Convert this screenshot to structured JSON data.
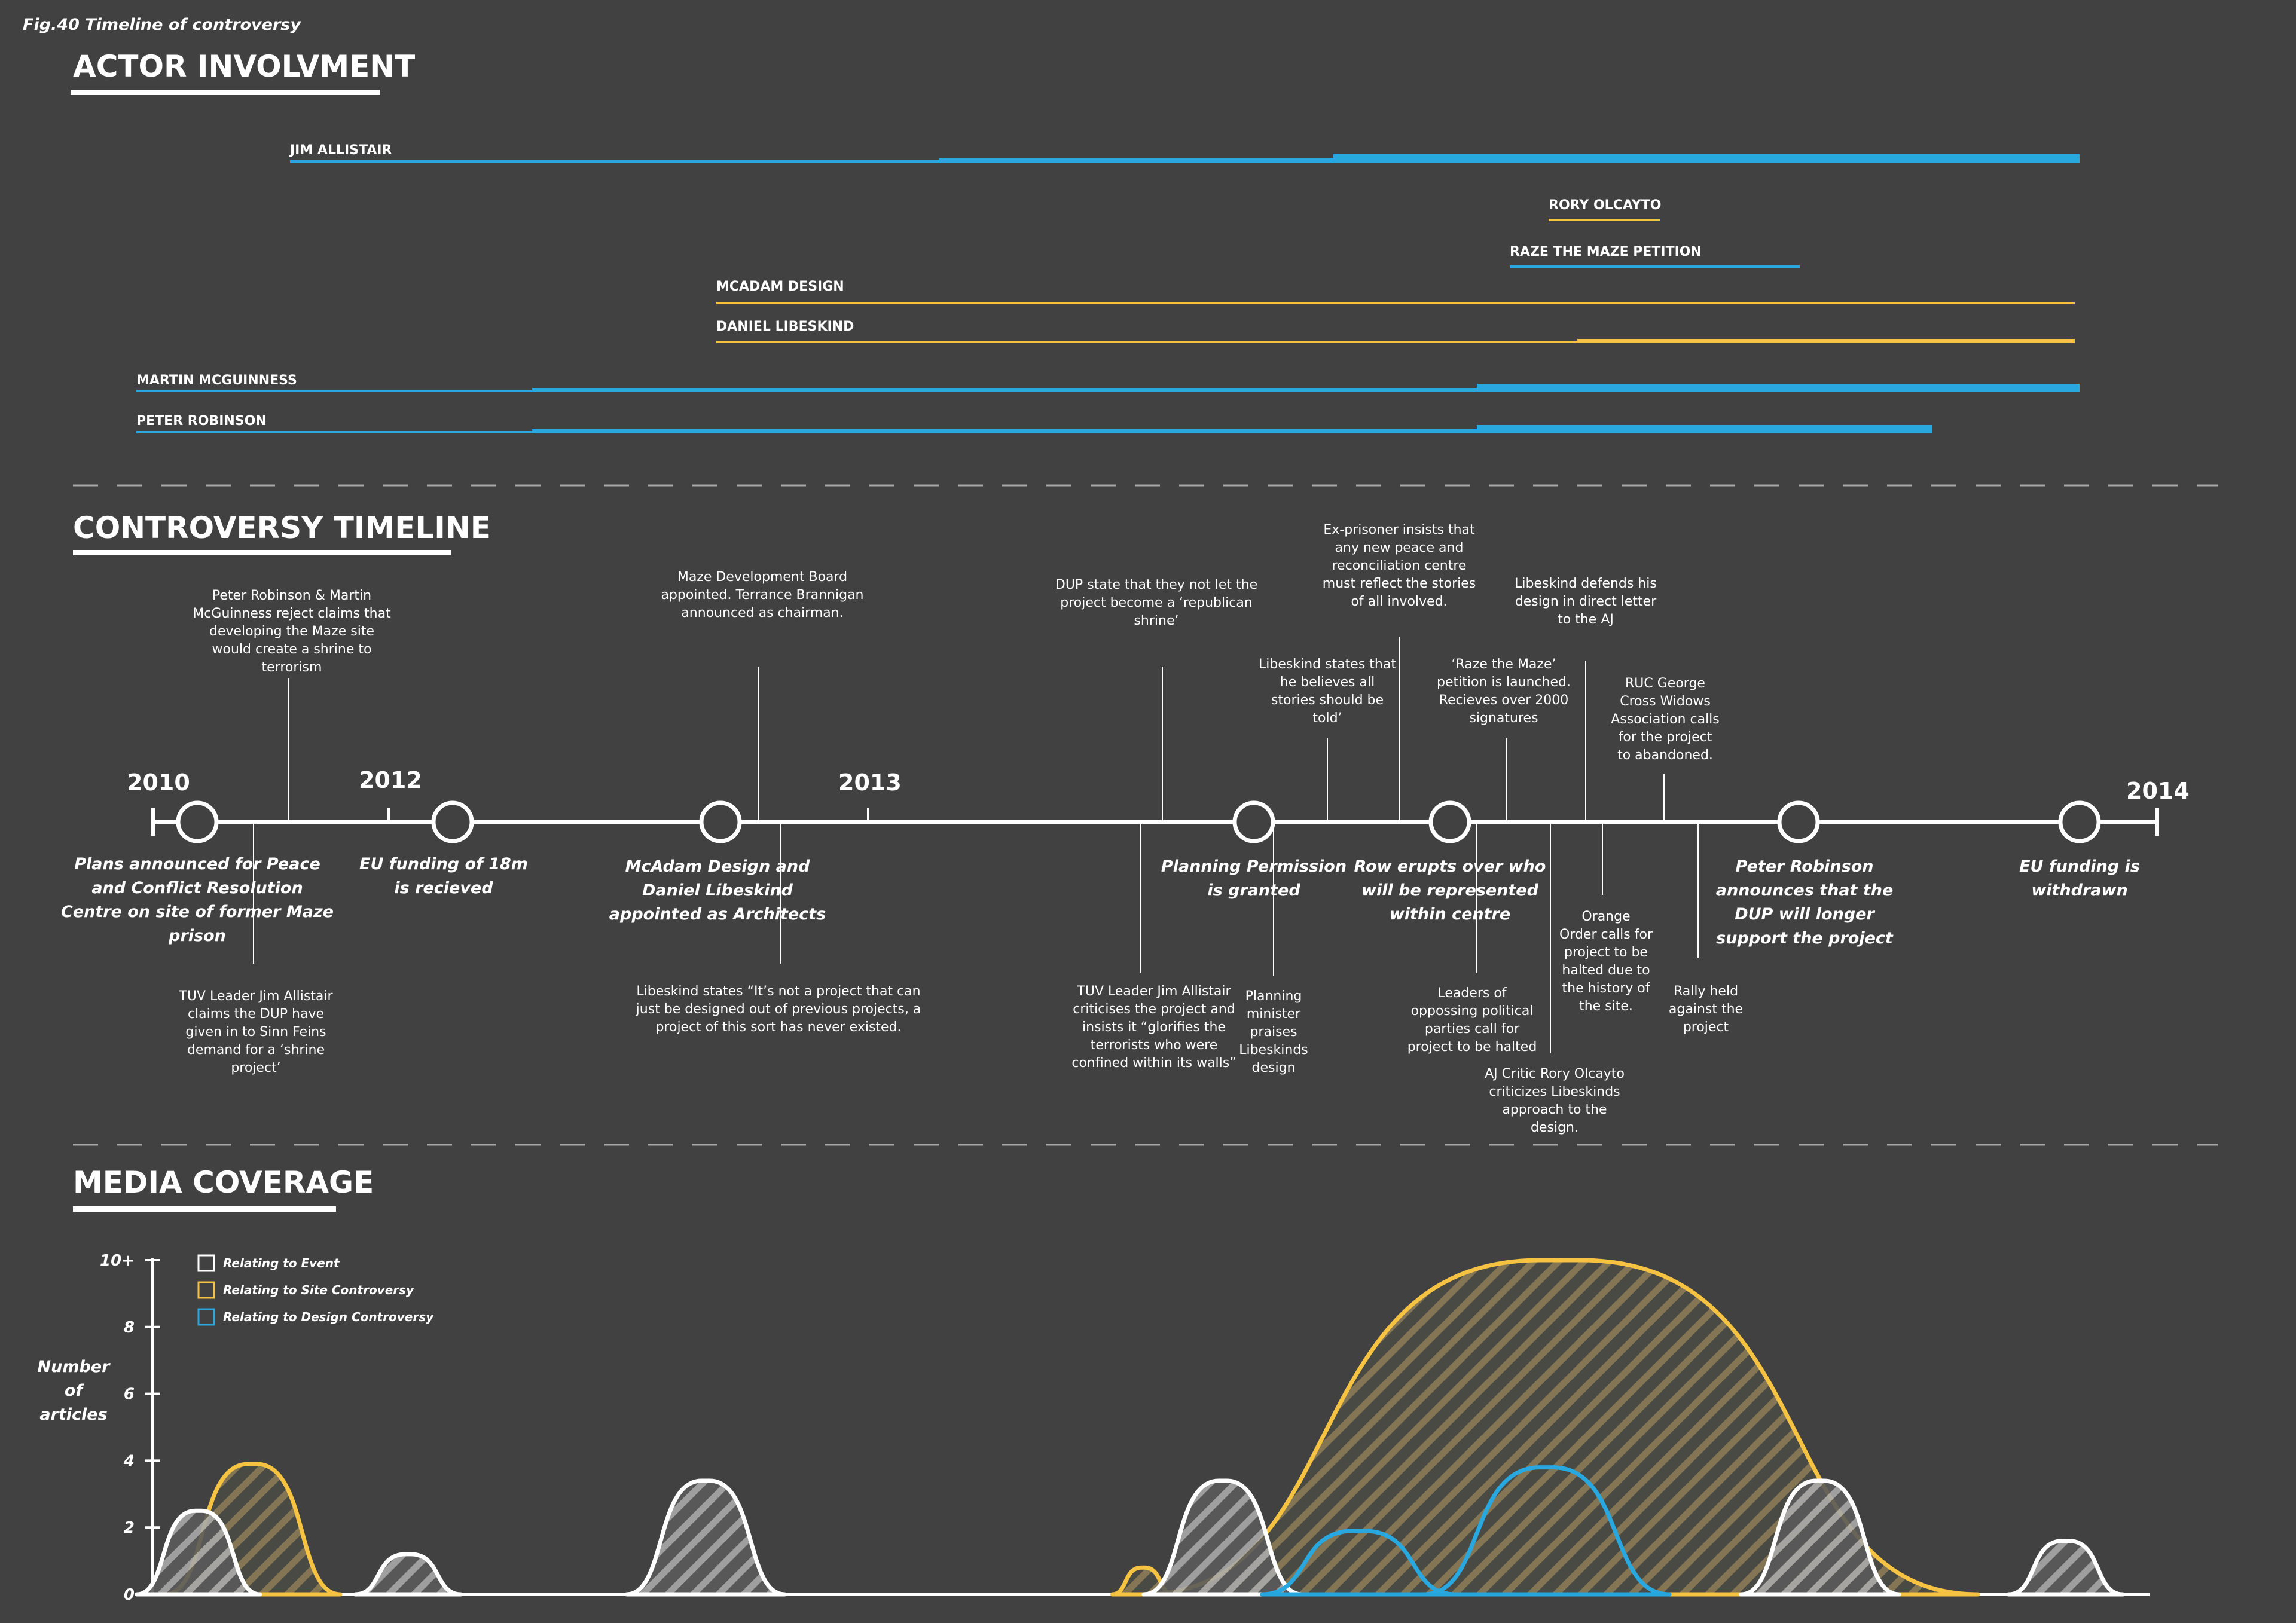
{
  "figure_label": "Fig.40  Timeline of controversy",
  "colors": {
    "background": "#414141",
    "blue": "#29a8e0",
    "yellow": "#f5c242",
    "white": "#ffffff"
  },
  "actor_section": {
    "title": "ACTOR INVOLVMENT",
    "actors": [
      {
        "name": "JIM ALLISTAIR",
        "color": "blue",
        "start": 2010.5,
        "levels": [
          {
            "from": 2010.5,
            "to": 2012.3,
            "weight": 1
          },
          {
            "from": 2012.3,
            "to": 2013.08,
            "weight": 2
          },
          {
            "from": 2013.08,
            "to": 2014.0,
            "weight": 4
          }
        ]
      },
      {
        "name": "RORY OLCAYTO",
        "color": "yellow",
        "levels": [
          {
            "from": 2013.37,
            "to": 2013.45,
            "weight": 1
          }
        ]
      },
      {
        "name": "RAZE THE MAZE PETITION",
        "color": "blue",
        "levels": [
          {
            "from": 2013.32,
            "to": 2013.55,
            "weight": 1
          }
        ]
      },
      {
        "name": "MCADAM DESIGN",
        "color": "yellow",
        "levels": [
          {
            "from": 2012.7,
            "to": 2014.0,
            "weight": 1
          }
        ]
      },
      {
        "name": "DANIEL LIBESKIND",
        "color": "yellow",
        "levels": [
          {
            "from": 2012.7,
            "to": 2013.46,
            "weight": 1
          },
          {
            "from": 2013.46,
            "to": 2014.0,
            "weight": 2
          }
        ]
      },
      {
        "name": "MARTIN MCGUINNESS",
        "color": "blue",
        "levels": [
          {
            "from": 2010.0,
            "to": 2011.35,
            "weight": 1
          },
          {
            "from": 2011.35,
            "to": 2013.35,
            "weight": 2
          },
          {
            "from": 2013.35,
            "to": 2014.0,
            "weight": 4
          }
        ]
      },
      {
        "name": "PETER ROBINSON",
        "color": "blue",
        "levels": [
          {
            "from": 2010.0,
            "to": 2011.35,
            "weight": 1
          },
          {
            "from": 2011.35,
            "to": 2013.35,
            "weight": 2
          },
          {
            "from": 2013.35,
            "to": 2013.88,
            "weight": 4
          }
        ]
      }
    ]
  },
  "timeline_section": {
    "title": "CONTROVERSY TIMELINE",
    "years": [
      "2010",
      "2012",
      "2013",
      "2014"
    ],
    "events": [
      "Plans announced for Peace|and Conflict Resolution|Centre on site of former Maze|prison",
      "EU funding of 18m|is recieved",
      "McAdam Design and|Daniel Libeskind|appointed as Architects",
      "Planning Permission|is granted",
      "Row erupts over who|will be represented|within centre",
      "Peter Robinson|announces that the|DUP will longer|support the project",
      "EU funding is|withdrawn"
    ],
    "notes_above": [
      "Peter Robinson & Martin|McGuinness reject claims that|developing the Maze site|would create a shrine to|terrorism",
      "Maze Development Board|appointed. Terrance Brannigan|announced as chairman.",
      "DUP state that they not let the|project become a ‘republican|shrine’",
      "Libeskind states that|he believes all|stories should be|told’",
      "Ex-prisoner insists that|any new peace and|reconciliation centre|must reflect the stories|of all involved.",
      "‘Raze the Maze’|petition is launched.|Recieves over 2000|signatures",
      "Libeskind defends his|design in direct letter|to the AJ",
      "RUC George|Cross Widows|Association calls|for the project|to abandoned."
    ],
    "notes_below": [
      "TUV Leader Jim Allistair|claims the DUP have|given in to Sinn Feins|demand for a ‘shrine|project’",
      "Libeskind states  “It’s not a project that can|just be designed out of previous projects, a|project of this sort has never existed.",
      "TUV Leader Jim Allistair|criticises the project and|insists it “glorifies the|terrorists who were|confined within its walls”",
      "Planning|minister|praises|Libeskinds|design",
      "Leaders of|oppossing political|parties call for|project to be halted",
      "AJ Critic Rory Olcayto|criticizes Libeskinds|approach to the|design.",
      "Orange|Order calls for|project to be|halted due to|the history of|the site.",
      "Rally held|against the|project"
    ]
  },
  "media_section": {
    "title": "MEDIA COVERAGE",
    "ylabel": "Number|of|articles",
    "legend": [
      {
        "label": "Relating to Event",
        "color": "white"
      },
      {
        "label": "Relating to Site Controversy",
        "color": "yellow"
      },
      {
        "label": "Relating to Design Controversy",
        "color": "blue"
      }
    ]
  },
  "chart_data": {
    "type": "area",
    "ylabel": "Number of articles",
    "y_ticks": [
      "0",
      "2",
      "4",
      "6",
      "8",
      "10+"
    ],
    "ylim": [
      0,
      10
    ],
    "series": [
      {
        "name": "Relating to Event",
        "color": "white",
        "peaks": [
          {
            "center": 0.023,
            "height": 2.5,
            "width": 0.014
          },
          {
            "center": 0.128,
            "height": 1.2,
            "width": 0.012
          },
          {
            "center": 0.277,
            "height": 3.4,
            "width": 0.018
          },
          {
            "center": 0.536,
            "height": 3.4,
            "width": 0.018
          },
          {
            "center": 0.835,
            "height": 3.4,
            "width": 0.018
          },
          {
            "center": 0.958,
            "height": 1.6,
            "width": 0.013
          }
        ]
      },
      {
        "name": "Relating to Site Controversy",
        "color": "yellow",
        "peaks": [
          {
            "center": 0.05,
            "height": 3.9,
            "width": 0.02
          },
          {
            "center": 0.496,
            "height": 0.8,
            "width": 0.007
          },
          {
            "center": 0.705,
            "height": 10.0,
            "width": 0.095
          }
        ]
      },
      {
        "name": "Relating to Design Controversy",
        "color": "blue",
        "peaks": [
          {
            "center": 0.604,
            "height": 1.9,
            "width": 0.022
          },
          {
            "center": 0.698,
            "height": 3.8,
            "width": 0.028
          }
        ]
      }
    ]
  }
}
